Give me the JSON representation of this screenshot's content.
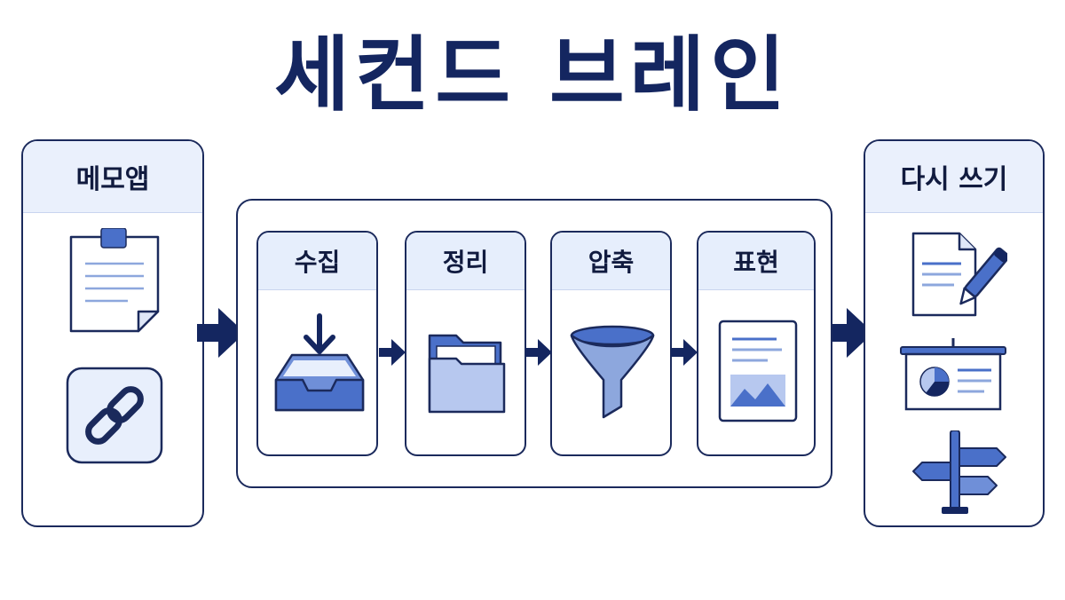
{
  "title": "세컨드 브레인",
  "left_panel": {
    "label": "메모앱",
    "icons": [
      "sticky-note-icon",
      "link-icon"
    ]
  },
  "stages": [
    {
      "label": "수집",
      "icon": "inbox-download-icon"
    },
    {
      "label": "정리",
      "icon": "folder-icon"
    },
    {
      "label": "압축",
      "icon": "funnel-icon"
    },
    {
      "label": "표현",
      "icon": "document-icon"
    }
  ],
  "right_panel": {
    "label": "다시 쓰기",
    "icons": [
      "write-document-icon",
      "presentation-icon",
      "signpost-icon"
    ]
  },
  "colors": {
    "navy": "#142660",
    "accent": "#4a70c9",
    "light": "#e8effc"
  }
}
